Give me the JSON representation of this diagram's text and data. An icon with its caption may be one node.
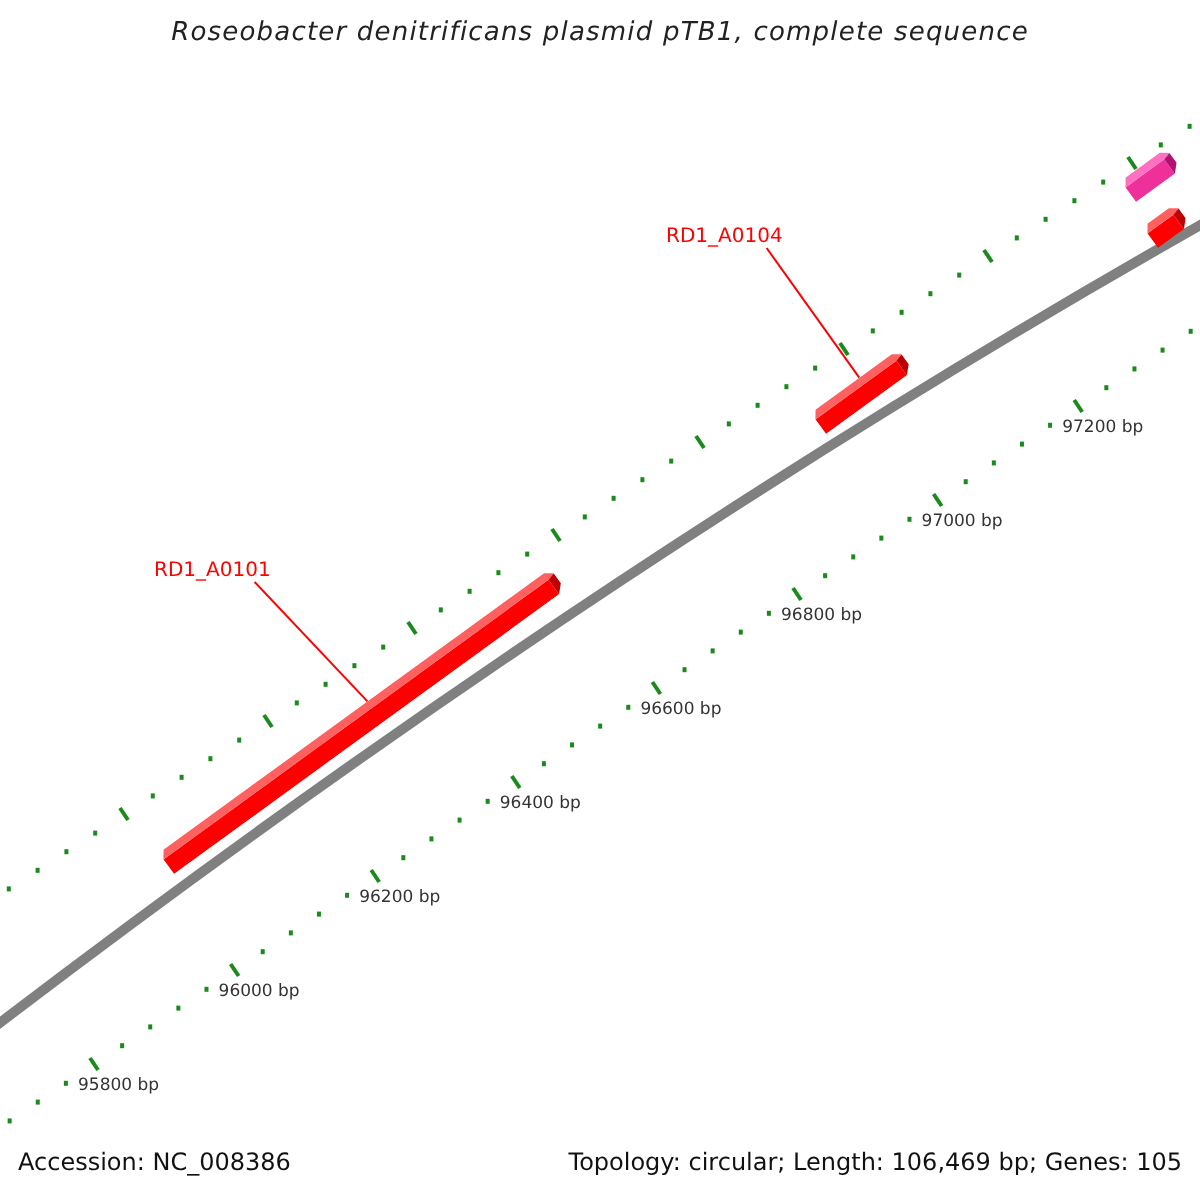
{
  "diagram": {
    "title": "Roseobacter denitrificans plasmid pTB1, complete sequence",
    "nodes": [
      {
        "text": [],
        "shape": "arrow"
      },
      {
        "text": [],
        "shape": "arrow"
      },
      {
        "text": [
          "RD1_A0104"
        ]
      },
      {
        "text": [],
        "shape": "arrow"
      },
      {
        "text": [
          "RD1_A0101"
        ]
      },
      {
        "text": [],
        "shape": "arrow"
      }
    ],
    "edges": [
      {
        "from": 2,
        "to": 3,
        "arrow": "none"
      },
      {
        "from": 4,
        "to": 5,
        "arrow": "none"
      }
    ],
    "labels": [
      "97200 bp",
      "97000 bp",
      "96800 bp",
      "96600 bp",
      "96400 bp",
      "96200 bp",
      "96000 bp",
      "95800 bp",
      "Accession: NC_008386",
      "Topology: circular; Length: 106,469 bp; Genes: 105"
    ]
  }
}
